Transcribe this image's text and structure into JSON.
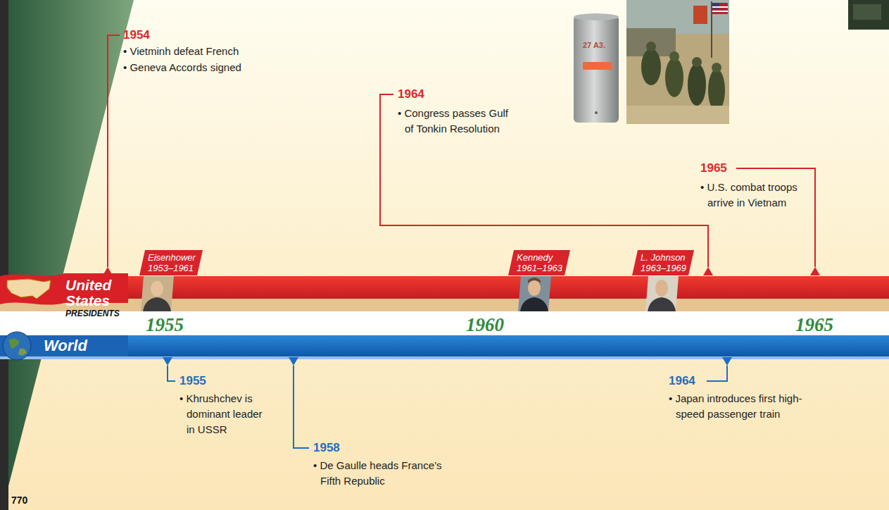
{
  "diagram": {
    "nodes": [
      {
        "text": [
          "United States",
          "PRESIDENTS"
        ]
      },
      {
        "text": [
          "Eisenhower",
          "1953–1961"
        ]
      },
      {
        "text": [
          "Kennedy",
          "1961–1963"
        ]
      },
      {
        "text": [
          "L. Johnson",
          "1963–1969"
        ]
      },
      {
        "text": [
          "World"
        ]
      }
    ],
    "labels": [
      "1954",
      "• Vietminh defeat French",
      "• Geneva Accords signed",
      "27 A3.",
      "1964",
      "• Congress passes Gulf of Tonkin Resolution",
      "1965",
      "• U.S. combat troops arrive in Vietnam",
      "1955",
      "1960",
      "1965",
      "1955",
      "• Khrushchev is dominant leader in USSR",
      "1958",
      "• De Gaulle heads France’s Fifth Republic",
      "1964",
      "• Japan introduces first high-speed passenger train",
      "770"
    ]
  }
}
